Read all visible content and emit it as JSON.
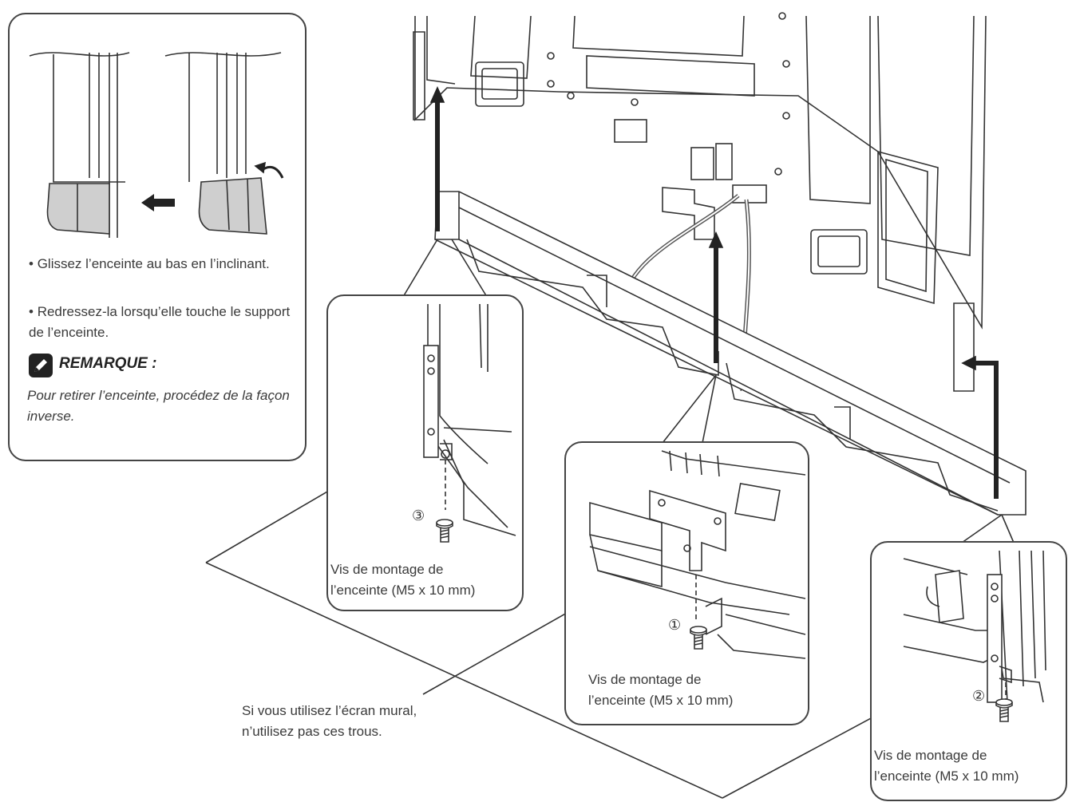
{
  "tips_box": {
    "bullets": [
      "Glissez l’enceinte au bas en l’inclinant.",
      "Redressez-la lorsqu’elle touche le support de l’enceinte."
    ],
    "remark_title": "REMARQUE :",
    "remark_text": "Pour retirer l’enceinte, procédez de la façon inverse."
  },
  "callout_left": {
    "number": "③",
    "line1": "Vis de montage de",
    "line2": "l’enceinte (M5 x 10 mm)"
  },
  "callout_center": {
    "number": "①",
    "line1": "Vis de montage de",
    "line2": "l’enceinte (M5 x 10 mm)"
  },
  "callout_right": {
    "number": "②",
    "line1": "Vis de montage de",
    "line2": "l’enceinte (M5 x 10 mm)"
  },
  "wall_note": {
    "line1": "Si vous utilisez l’écran mural,",
    "line2": "n’utilisez pas ces trous."
  },
  "icons": {
    "remark": "pencil-icon",
    "arrow": "arrow-left-icon",
    "screw": "screw-icon"
  },
  "colors": {
    "stroke": "#333333",
    "fill_gray": "#cfcfcf",
    "panel_gray": "#e6e6e6"
  }
}
